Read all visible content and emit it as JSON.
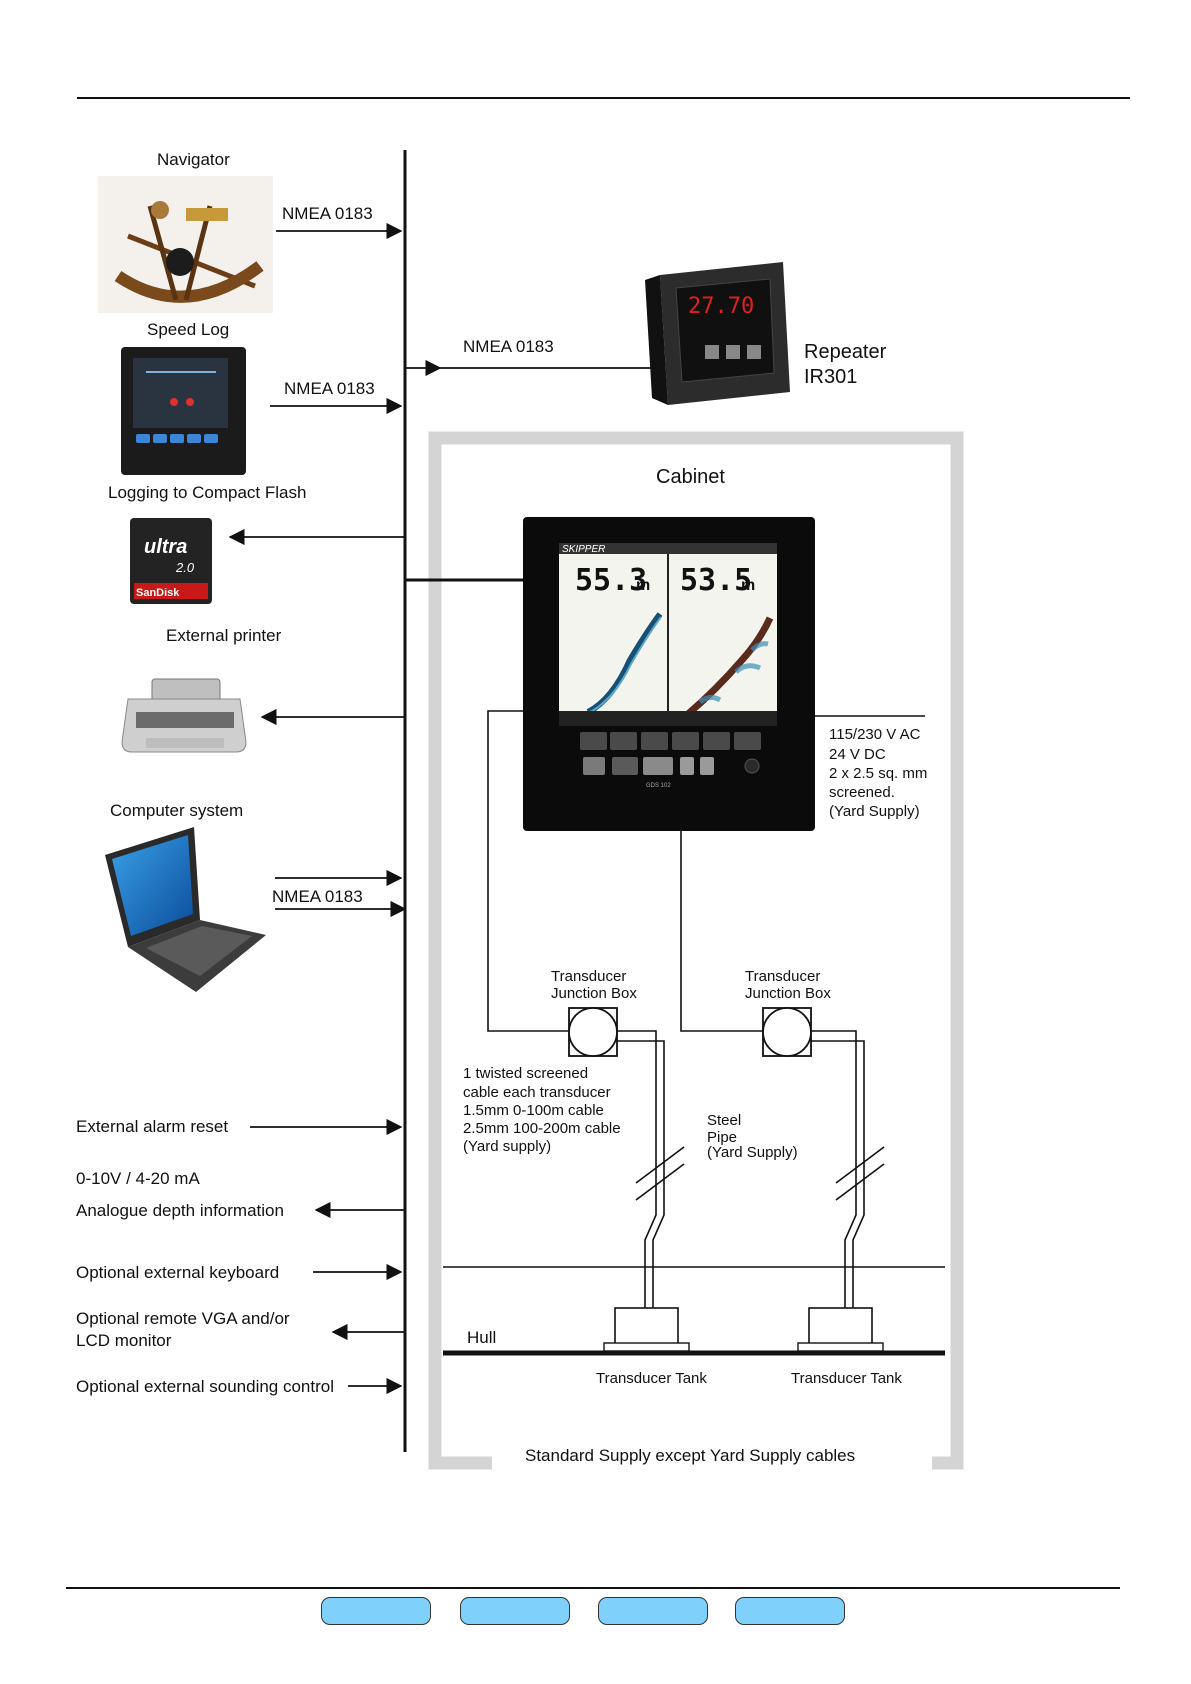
{
  "labels": {
    "navigator": "Navigator",
    "speed_log": "Speed Log",
    "logging": "Logging to Compact Flash",
    "printer": "External printer",
    "computer": "Computer system",
    "nmea1": "NMEA 0183",
    "nmea2": "NMEA 0183",
    "nmea3": "NMEA 0183",
    "nmea_pc": "NMEA 0183",
    "repeater": "Repeater",
    "repeater_model": "IR301",
    "cabinet": "Cabinet",
    "power_1": "115/230 V AC",
    "power_2": "24 V DC",
    "power_3": "2 x 2.5 sq. mm",
    "power_4": "screened.",
    "power_5": "(Yard Supply)",
    "tjb1_1": "Transducer",
    "tjb1_2": "Junction Box",
    "tjb2_1": "Transducer",
    "tjb2_2": "Junction Box",
    "cable_1": "1 twisted screened",
    "cable_2": "cable each transducer",
    "cable_3": "1.5mm 0-100m cable",
    "cable_4": "2.5mm 100-200m cable",
    "cable_5": "(Yard supply)",
    "steel_1": "Steel",
    "steel_2": "Pipe",
    "steel_3": "(Yard Supply)",
    "hull": "Hull",
    "tank1": "Transducer Tank",
    "tank2": "Transducer Tank",
    "standard": "Standard Supply except Yard Supply cables",
    "alarm": "External alarm reset",
    "analog_1": "0-10V / 4-20 mA",
    "analog_2": "Analogue depth information",
    "keyboard": "Optional external keyboard",
    "vga_1": "Optional remote VGA and/or",
    "vga_2": "LCD monitor",
    "sounding": "Optional external sounding control"
  },
  "devices": {
    "repeater_display": "27.70",
    "sounder_brand": "SKIPPER",
    "depth_left": "55.3",
    "depth_right": "53.5",
    "depth_unit": "m",
    "sounder_model": "GDS 102",
    "cf_card_brand": "ultra",
    "cf_card_size": "2.0",
    "cf_card_maker": "SanDisk"
  },
  "footer": {
    "nav_buttons": [
      "",
      "",
      "",
      ""
    ],
    "button_color": "#7fd0fb"
  }
}
